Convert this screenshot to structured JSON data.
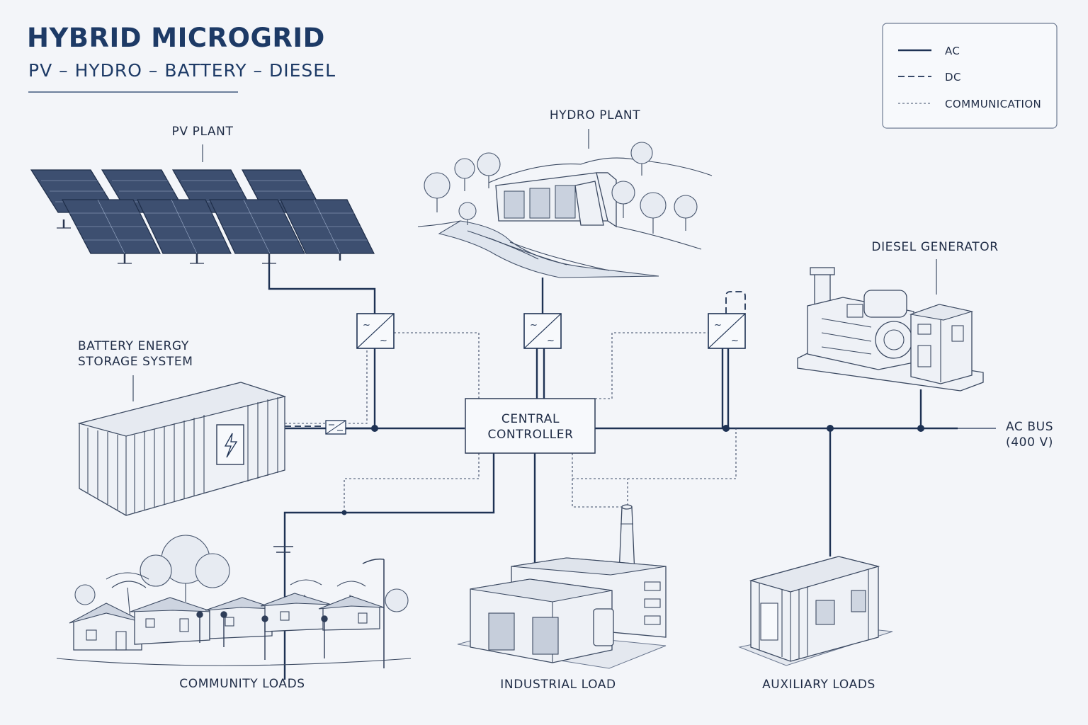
{
  "header": {
    "title": "HYBRID MICROGRID",
    "subtitle": "PV – HYDRO – BATTERY – DIESEL"
  },
  "legend": {
    "items": [
      {
        "label": "AC",
        "style": "solid"
      },
      {
        "label": "DC",
        "style": "dashed"
      },
      {
        "label": "COMMUNICATION",
        "style": "dotted"
      }
    ]
  },
  "components": {
    "pv": "PV PLANT",
    "hydro": "HYDRO PLANT",
    "diesel": "DIESEL GENERATOR",
    "battery_line1": "BATTERY ENERGY",
    "battery_line2": "STORAGE SYSTEM",
    "controller_line1": "CENTRAL",
    "controller_line2": "CONTROLLER",
    "bus_line1": "AC BUS",
    "bus_line2": "(400 V)",
    "community": "COMMUNITY LOADS",
    "industrial": "INDUSTRIAL LOAD",
    "auxiliary": "AUXILIARY LOADS"
  },
  "colors": {
    "background": "#f3f5f9",
    "ink": "#1e3254",
    "title": "#1d3a66"
  }
}
